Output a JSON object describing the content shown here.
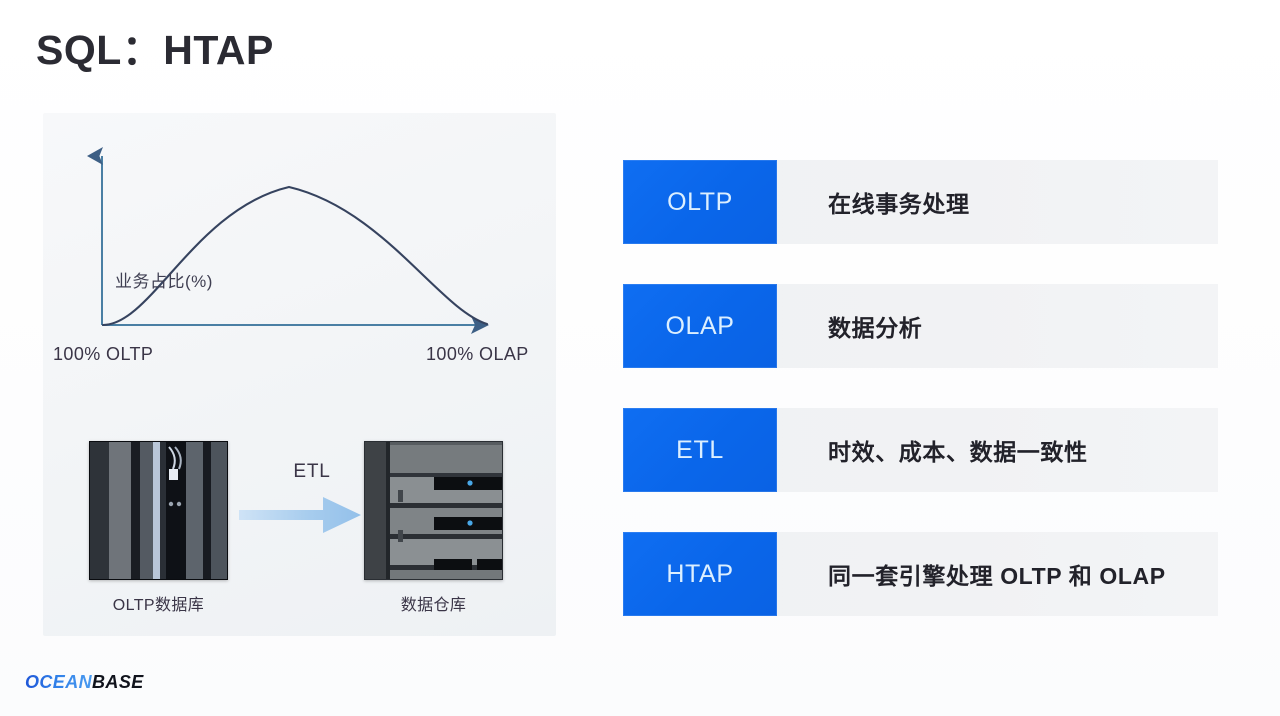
{
  "slide": {
    "title": "SQL：HTAP",
    "logo": {
      "part1": "OCEAN",
      "part2": "BASE"
    }
  },
  "left_panel": {
    "chart": {
      "y_axis_label": "业务占比(%)",
      "x_axis_left_label": "100% OLTP",
      "x_axis_right_label": "100% OLAP"
    },
    "etl_diagram": {
      "source_caption": "OLTP数据库",
      "target_caption": "数据仓库",
      "arrow_label": "ETL"
    }
  },
  "rows": [
    {
      "badge": "OLTP",
      "text": "在线事务处理"
    },
    {
      "badge": "OLAP",
      "text": "数据分析"
    },
    {
      "badge": "ETL",
      "text": "时效、成本、数据一致性"
    },
    {
      "badge": "HTAP",
      "text": "同一套引擎处理 OLTP 和 OLAP"
    }
  ],
  "colors": {
    "badge_blue": "#0a66ea",
    "badge_text": "#dcefff",
    "row_bg": "#f1f2f4",
    "panel_bg": "#f3f5f7",
    "title": "#2b2b33",
    "axis": "#4a7fa4",
    "curve": "#36435f",
    "arrow": "#a5cbec"
  },
  "chart_data": {
    "type": "line",
    "title": "",
    "xlabel": "",
    "ylabel": "业务占比(%)",
    "x": [
      0,
      10,
      20,
      30,
      40,
      50,
      60,
      70,
      80,
      90,
      100
    ],
    "values": [
      0,
      38,
      66,
      85,
      96,
      100,
      96,
      85,
      66,
      38,
      0
    ],
    "xlim": [
      0,
      100
    ],
    "ylim": [
      0,
      100
    ],
    "x_tick_labels": [
      "100% OLTP",
      "100% OLAP"
    ],
    "grid": false,
    "legend": "none",
    "annotations": [
      "业务占比(%)"
    ]
  }
}
